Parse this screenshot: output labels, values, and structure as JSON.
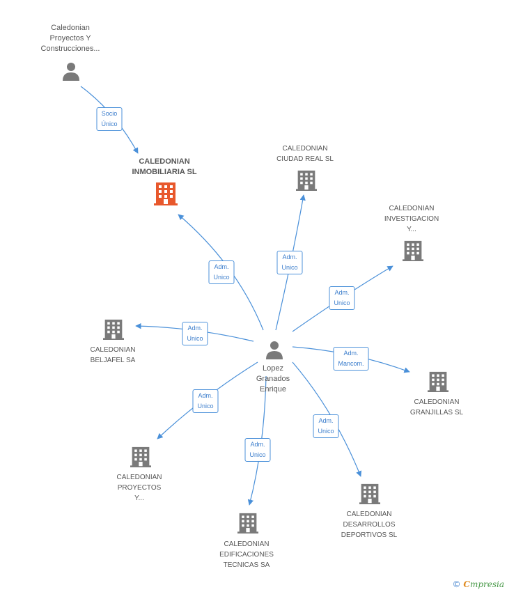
{
  "colors": {
    "edge": "#4a90d9",
    "edge_label": "#3b7dcc",
    "icon": "#7a7a7a",
    "focus_icon": "#e8582c"
  },
  "nodes": {
    "caledonian_proyectos_y_construcciones": {
      "label": "Caledonian\nProyectos Y\nConstrucciones...",
      "type": "person-icon"
    },
    "caledonian_inmobiliaria": {
      "label": "CALEDONIAN\nINMOBILIARIA SL",
      "type": "building-icon"
    },
    "caledonian_ciudad_real": {
      "label": "CALEDONIAN\nCIUDAD REAL SL",
      "type": "building-icon"
    },
    "caledonian_investigacion": {
      "label": "CALEDONIAN\nINVESTIGACION\nY...",
      "type": "building-icon"
    },
    "caledonian_beljafel": {
      "label": "CALEDONIAN\nBELJAFEL SA",
      "type": "building-icon"
    },
    "lopez_granados_enrique": {
      "label": "Lopez\nGranados\nEnrique",
      "type": "person-icon"
    },
    "caledonian_granjillas": {
      "label": "CALEDONIAN\nGRANJILLAS SL",
      "type": "building-icon"
    },
    "caledonian_proyectos_y": {
      "label": "CALEDONIAN\nPROYECTOS\nY...",
      "type": "building-icon"
    },
    "caledonian_edificaciones": {
      "label": "CALEDONIAN\nEDIFICACIONES\nTECNICAS SA",
      "type": "building-icon"
    },
    "caledonian_desarrollos": {
      "label": "CALEDONIAN\nDESARROLLOS\nDEPORTIVOS SL",
      "type": "building-icon"
    }
  },
  "edges": {
    "socio_unico": "Socio\nÚnico",
    "to_inmobiliaria": "Adm.\nUnico",
    "to_ciudad_real": "Adm.\nUnico",
    "to_investigacion": "Adm.\nUnico",
    "to_beljafel": "Adm.\nUnico",
    "to_granjillas": "Adm.\nMancom.",
    "to_proyectos": "Adm.\nUnico",
    "to_edificaciones": "Adm.\nUnico",
    "to_desarrollos": "Adm.\nUnico"
  },
  "footer": {
    "copyright_symbol": "©",
    "brand_initial": "C",
    "brand_rest": "mpresia"
  }
}
